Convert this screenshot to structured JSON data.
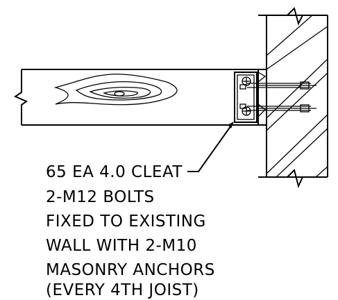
{
  "callout": {
    "lines": [
      "65 EA 4.0 CLEAT",
      "2-M12 BOLTS",
      "FIXED TO EXISTING",
      "WALL WITH 2-M10",
      "MASONRY ANCHORS",
      "(EVERY 4TH JOIST)"
    ]
  }
}
